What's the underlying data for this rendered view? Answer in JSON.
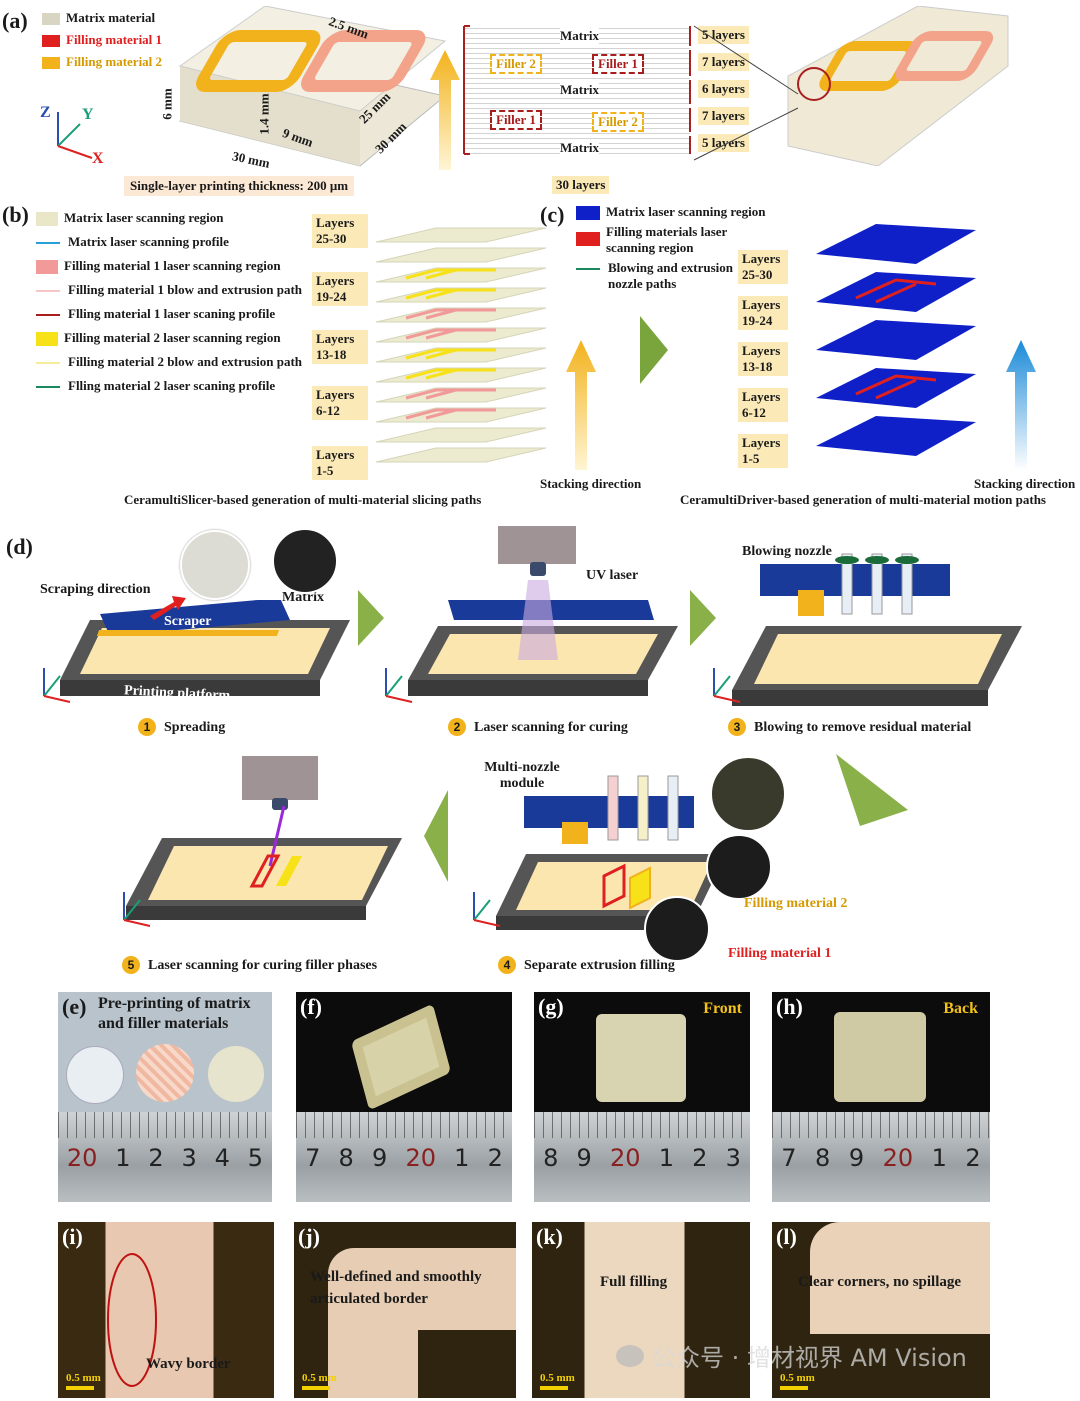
{
  "panel_a": {
    "label": "(a)",
    "legend": [
      "Matrix material",
      "Filling material 1",
      "Filling material 2"
    ],
    "legend_colors": [
      "#d9d5c3",
      "#e0201f",
      "#f2b21b"
    ],
    "dims": [
      "2.5 mm",
      "6 mm",
      "1.4 mm",
      "9 mm",
      "25 mm",
      "30 mm",
      "30 mm"
    ],
    "axes": [
      "Z",
      "Y",
      "X"
    ],
    "thickness_note": "Single-layer printing thickness: 200 μm",
    "stack_labels": [
      "Matrix",
      "Filler 2",
      "Filler 1",
      "Matrix",
      "Filler 1",
      "Filler 2",
      "Matrix"
    ],
    "layers": [
      "5 layers",
      "7 layers",
      "6 layers",
      "7 layers",
      "5 layers"
    ],
    "total_layers": "30 layers"
  },
  "panel_b": {
    "label": "(b)",
    "legend": [
      "Matrix laser scanning region",
      "Matrix laser scanning profile",
      "Filling material 1 laser scanning region",
      "Filling material 1 blow and extrusion path",
      "Flling material 1 laser scaning profile",
      "Filling material 2 laser scanning region",
      "Filling material 2 blow and extrusion path",
      "Flling material 2 laser scaning profile"
    ],
    "layers": [
      "Layers 25-30",
      "Layers 19-24",
      "Layers 13-18",
      "Layers 6-12",
      "Layers 1-5"
    ],
    "stacking": "Stacking direction",
    "caption": "CeramultiSlicer-based generation of multi-material slicing paths"
  },
  "panel_c": {
    "label": "(c)",
    "legend": [
      "Matrix laser scanning region",
      "Filling materials laser scanning region",
      "Blowing and extrusion nozzle paths"
    ],
    "layers": [
      "Layers 25-30",
      "Layers 19-24",
      "Layers 13-18",
      "Layers 6-12",
      "Layers 1-5"
    ],
    "stacking": "Stacking direction",
    "caption": "CeramultiDriver-based generation of multi-material motion paths"
  },
  "panel_d": {
    "label": "(d)",
    "scraping": "Scraping direction",
    "matrix": "Matrix",
    "scraper": "Scraper",
    "platform": "Printing platform",
    "uv": "UV laser",
    "blowing": "Blowing nozzle",
    "module": "Multi-nozzle module",
    "fill2": "Filling material 2",
    "fill1": "Filling material 1",
    "steps": [
      {
        "n": "1",
        "text": "Spreading"
      },
      {
        "n": "2",
        "text": "Laser scanning for curing"
      },
      {
        "n": "3",
        "text": "Blowing to remove residual material"
      },
      {
        "n": "4",
        "text": "Separate extrusion filling"
      },
      {
        "n": "5",
        "text": "Laser scanning for curing filler phases"
      }
    ]
  },
  "photos": {
    "e_label": "(e)",
    "e_title": "Pre-printing of matrix and filler materials",
    "e_ruler": [
      "20",
      "1",
      "2",
      "3",
      "4",
      "5"
    ],
    "f_label": "(f)",
    "f_ruler": [
      "7",
      "8",
      "9",
      "20",
      "1",
      "2"
    ],
    "g_label": "(g)",
    "g_tag": "Front",
    "g_ruler": [
      "8",
      "9",
      "20",
      "1",
      "2",
      "3"
    ],
    "h_label": "(h)",
    "h_tag": "Back",
    "h_ruler": [
      "7",
      "8",
      "9",
      "20",
      "1",
      "2"
    ]
  },
  "micro": {
    "scale": "0.5 mm",
    "i_label": "(i)",
    "i_text": "Wavy border",
    "j_label": "(j)",
    "j_text": "Well-defined and smoothly articulated border",
    "k_label": "(k)",
    "k_text": "Full filling",
    "l_label": "(l)",
    "l_text": "Clear corners, no spillage"
  },
  "watermark": "公众号 · 增材视界 AM Vision"
}
